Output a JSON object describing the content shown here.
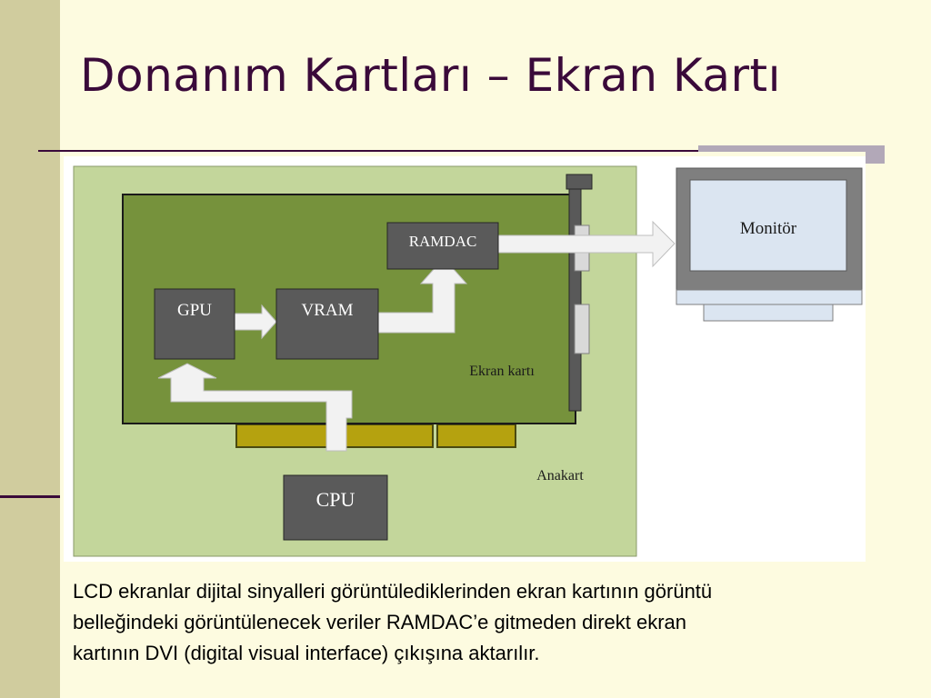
{
  "slide": {
    "title": "Donanım Kartları – Ekran Kartı"
  },
  "diagram": {
    "labels": {
      "monitor": "Monitör",
      "ramdac": "RAMDAC",
      "gpu": "GPU",
      "vram": "VRAM",
      "graphics_card": "Ekran kartı",
      "motherboard": "Anakart",
      "cpu": "CPU"
    }
  },
  "caption": {
    "lines": [
      "LCD ekranlar dijital sinyalleri görüntülediklerinden ekran kartının görüntü",
      "belleğindeki görüntülenecek veriler RAMDAC’e gitmeden direkt ekran",
      "kartının DVI (digital visual interface) çıkışına aktarılır."
    ]
  },
  "colors": {
    "background": "#fdfbe0",
    "title": "#3a0a3a",
    "motherboard": "#c3d69b",
    "card": "#76923c",
    "chip": "#5a5a5a",
    "slot": "#b5a20f",
    "monitor_frame": "#7f7f7f",
    "monitor_screen": "#dbe5f1"
  }
}
